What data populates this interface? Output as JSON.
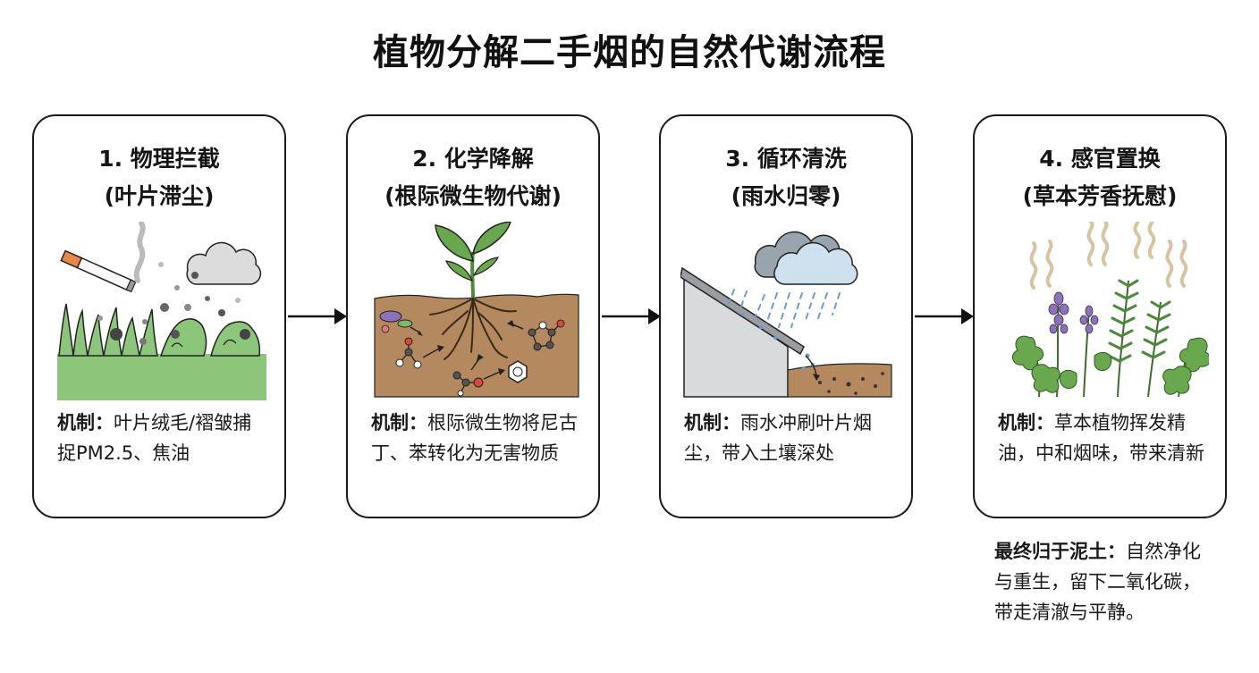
{
  "title": "植物分解二手烟的自然代谢流程",
  "steps": [
    {
      "title": "1. 物理拦截",
      "subtitle": "(叶片滞尘)",
      "mechanism_label": "机制：",
      "mechanism_text": "叶片绒毛/褶皱捕捉PM2.5、焦油",
      "illustration": "cigarette-smoke-on-grass"
    },
    {
      "title": "2. 化学降解",
      "subtitle": "(根际微生物代谢)",
      "mechanism_label": "机制：",
      "mechanism_text": "根际微生物将尼古丁、苯转化为无害物质",
      "illustration": "plant-roots-microbes-molecules"
    },
    {
      "title": "3. 循环清洗",
      "subtitle": "(雨水归零)",
      "mechanism_label": "机制：",
      "mechanism_text": "雨水冲刷叶片烟尘，带入土壤深处",
      "illustration": "rain-washing-roof-into-soil"
    },
    {
      "title": "4. 感官置换",
      "subtitle": "(草本芳香抚慰)",
      "mechanism_label": "机制：",
      "mechanism_text": "草本植物挥发精油，中和烟味，带来清新",
      "illustration": "aromatic-herbs"
    }
  ],
  "final": {
    "label": "最终归于泥土：",
    "text": "自然净化与重生，留下二氧化碳，带走清澈与平静。"
  },
  "colors": {
    "grass": "#8cc67a",
    "soil": "#b4895f",
    "leaf": "#6aa84f",
    "cloud": "#dcdcdc",
    "rain": "#6b9bd2",
    "lavender": "#8e72b8",
    "steam": "#d8c3a0",
    "border": "#1a1a1a"
  }
}
